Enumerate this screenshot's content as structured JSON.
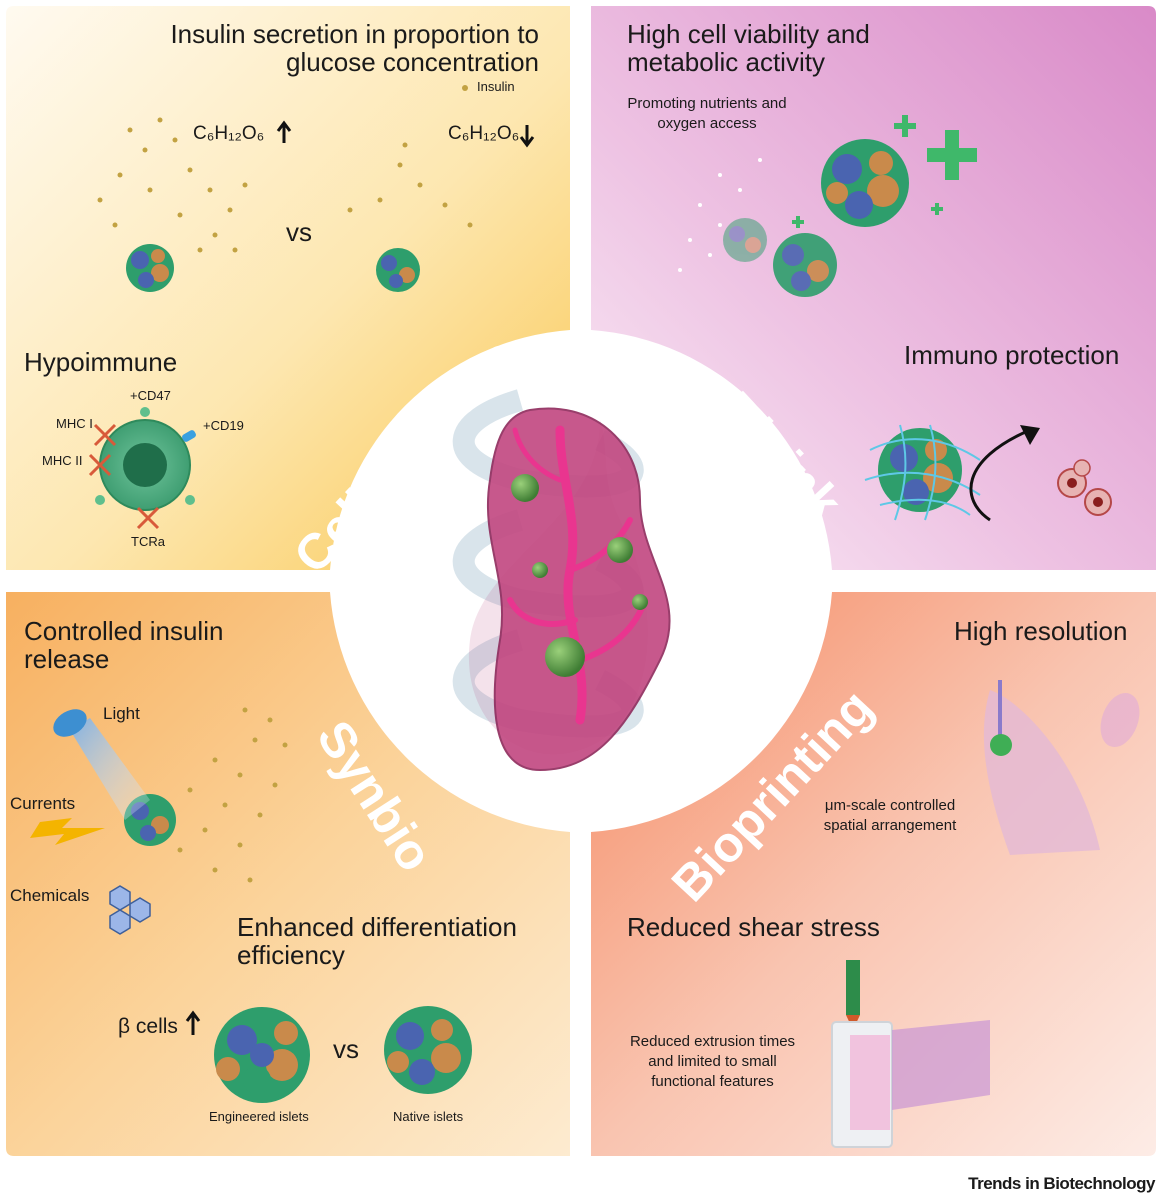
{
  "colors": {
    "cell_sources": "#fbd77a",
    "bioink": "#dc8fcb",
    "synbio": "#f9bf70",
    "bioprinting": "#f6a488",
    "islet_green": "#2e9e6c",
    "islet_blue": "#4a64b0",
    "islet_tan": "#c98a4b",
    "pancreas": "#c24780"
  },
  "quadrants": {
    "cell_sources": {
      "label": "Cell sources",
      "heading": "Insulin secretion in proportion to glucose concentration",
      "insulin_legend": "Insulin",
      "glucose_formula_high": "C₆H₁₂O₆",
      "glucose_formula_low": "C₆H₁₂O₆",
      "vs_text": "vs",
      "hypoimmune": {
        "heading": "Hypoimmune",
        "labels": [
          "+CD47",
          "MHC I",
          "+CD19",
          "MHC II",
          "TCRa"
        ]
      }
    },
    "bioink": {
      "label": "Bioink",
      "heading": "High cell viability and metabolic activity",
      "subtext": "Promoting nutrients and oxygen access",
      "second_heading": "Immuno protection"
    },
    "synbio": {
      "label": "Synbio",
      "heading": "Controlled insulin release",
      "stimuli": [
        "Light",
        "Currents",
        "Chemicals"
      ],
      "second_heading": "Enhanced differentiation efficiency",
      "beta_label": "β cells",
      "vs_text": "vs",
      "islet_labels": [
        "Engineered islets",
        "Native islets"
      ]
    },
    "bioprinting": {
      "label": "Bioprinting",
      "heading": "High resolution",
      "subtext": "μm-scale controlled spatial arrangement",
      "second_heading": "Reduced shear stress",
      "second_subtext": "Reduced extrusion times and limited to small functional features"
    }
  },
  "credit": "Trends in Biotechnology"
}
